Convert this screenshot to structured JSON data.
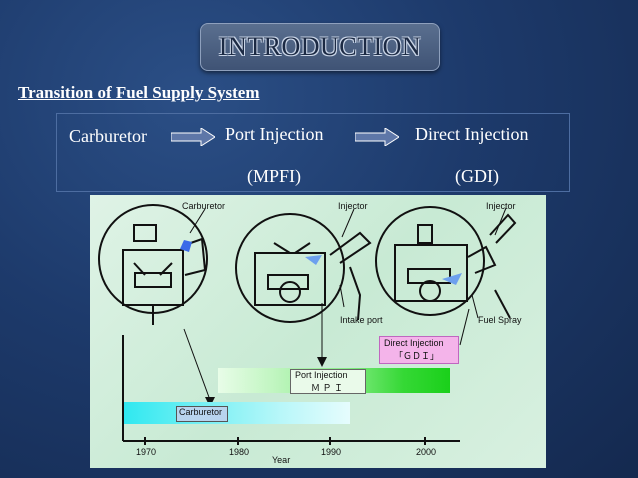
{
  "slide": {
    "title": "INTRODUCTION",
    "subtitle": "Transition of Fuel Supply System"
  },
  "flow": {
    "step1": "Carburetor",
    "step2": "Port Injection",
    "step2_abbr": "(MPFI)",
    "step3": "Direct Injection",
    "step3_abbr": "(GDI)"
  },
  "diagram": {
    "labels": {
      "carburetor_top": "Carburetor",
      "injector_mid": "Injector",
      "injector_right": "Injector",
      "intake_port": "Intake port",
      "fuel_spray": "Fuel Spray",
      "direct_injection": "Direct Injection",
      "gdi": "「ＧＤＩ」",
      "port_injection": "Port Injection",
      "mpi": "Ｍ Ｐ Ｉ",
      "carburetor_bar": "Carburetor"
    },
    "timeline": {
      "years": [
        "1970",
        "1980",
        "1990",
        "2000"
      ],
      "axis_label": "Year"
    }
  },
  "colors": {
    "background": "#1d3a6b",
    "flow_border": "#4d6da1",
    "gdi_box": "#f4b4ea",
    "mpi_bar_end": "#1ad01a",
    "carb_bar_start": "#2fe8f0"
  }
}
